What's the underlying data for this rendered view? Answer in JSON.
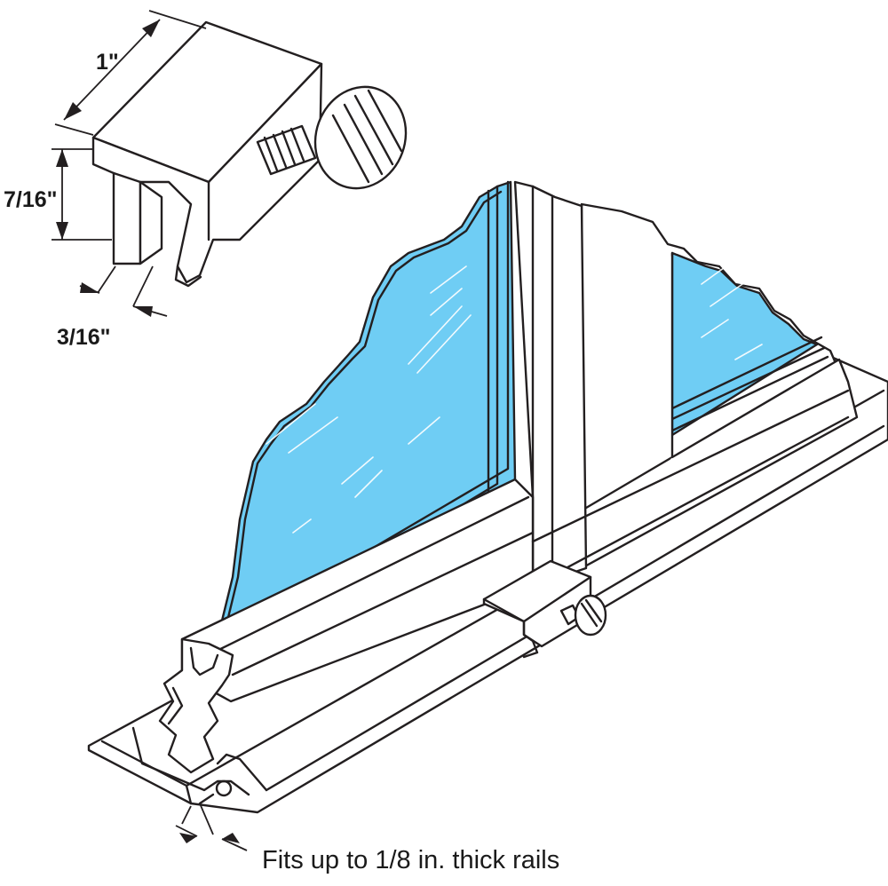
{
  "dimensions": {
    "width_label": "1\"",
    "height_label": "7/16\"",
    "depth_label": "3/16\"",
    "caption": "Fits up to 1/8 in. thick rails"
  },
  "colors": {
    "glass": "#6fcdf4",
    "line": "#231f20",
    "background": "#ffffff"
  }
}
